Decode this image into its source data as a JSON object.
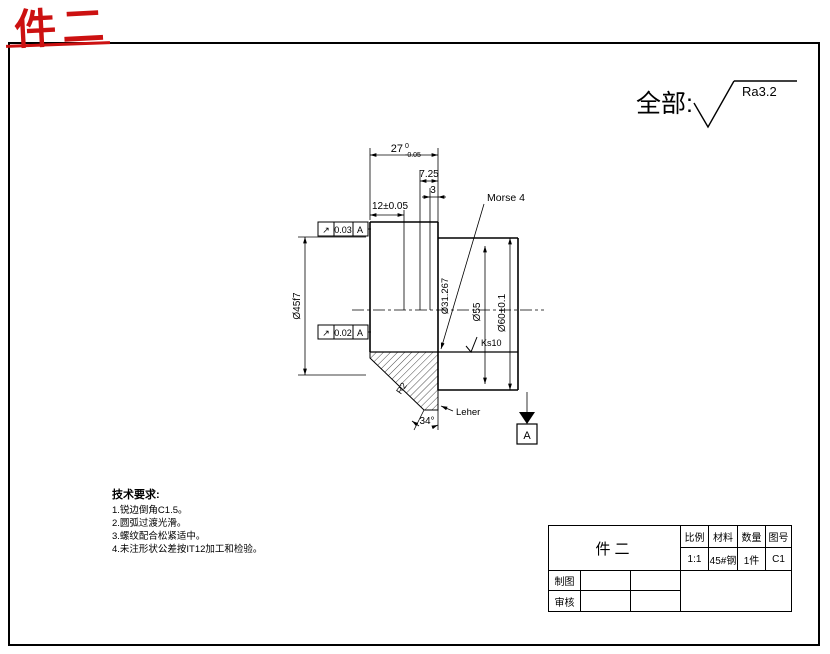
{
  "part_label": "件二",
  "surface_note": {
    "prefix": "全部:",
    "roughness": "Ra3.2"
  },
  "drawing": {
    "dims": {
      "length_main": "27",
      "length_main_tol_upper": "0",
      "length_main_tol_lower": "-0.05",
      "length_taper": "7.25",
      "length_small": "3",
      "length_bore": "12±0.05",
      "taper_label": "Morse 4",
      "dia_left": "Ø45f7",
      "dia_bore": "Ø31.267",
      "dia_inner": "Ø55",
      "dia_right": "Ø60±0.1",
      "key_note": "Ks10",
      "fillet": "R2",
      "angle": "34°",
      "hole_note": "Leher",
      "datum_label": "A"
    },
    "fcf_top": {
      "symbol": "↗",
      "tolerance": "0.03",
      "datum": "A"
    },
    "fcf_bottom": {
      "symbol": "↗",
      "tolerance": "0.02",
      "datum": "A"
    }
  },
  "tech_requirements": {
    "title": "技术要求:",
    "items": [
      "1.锐边倒角C1.5。",
      "2.圆弧过渡光滑。",
      "3.螺纹配合松紧适中。",
      "4.未注形状公差按IT12加工和检验。"
    ]
  },
  "title_block": {
    "part_name": "件二",
    "col_headers": [
      "比例",
      "材料",
      "数量",
      "图号"
    ],
    "col_values": [
      "1:1",
      "45#钢",
      "1件",
      "C1"
    ],
    "row_labels": [
      "制图",
      "审核"
    ]
  }
}
